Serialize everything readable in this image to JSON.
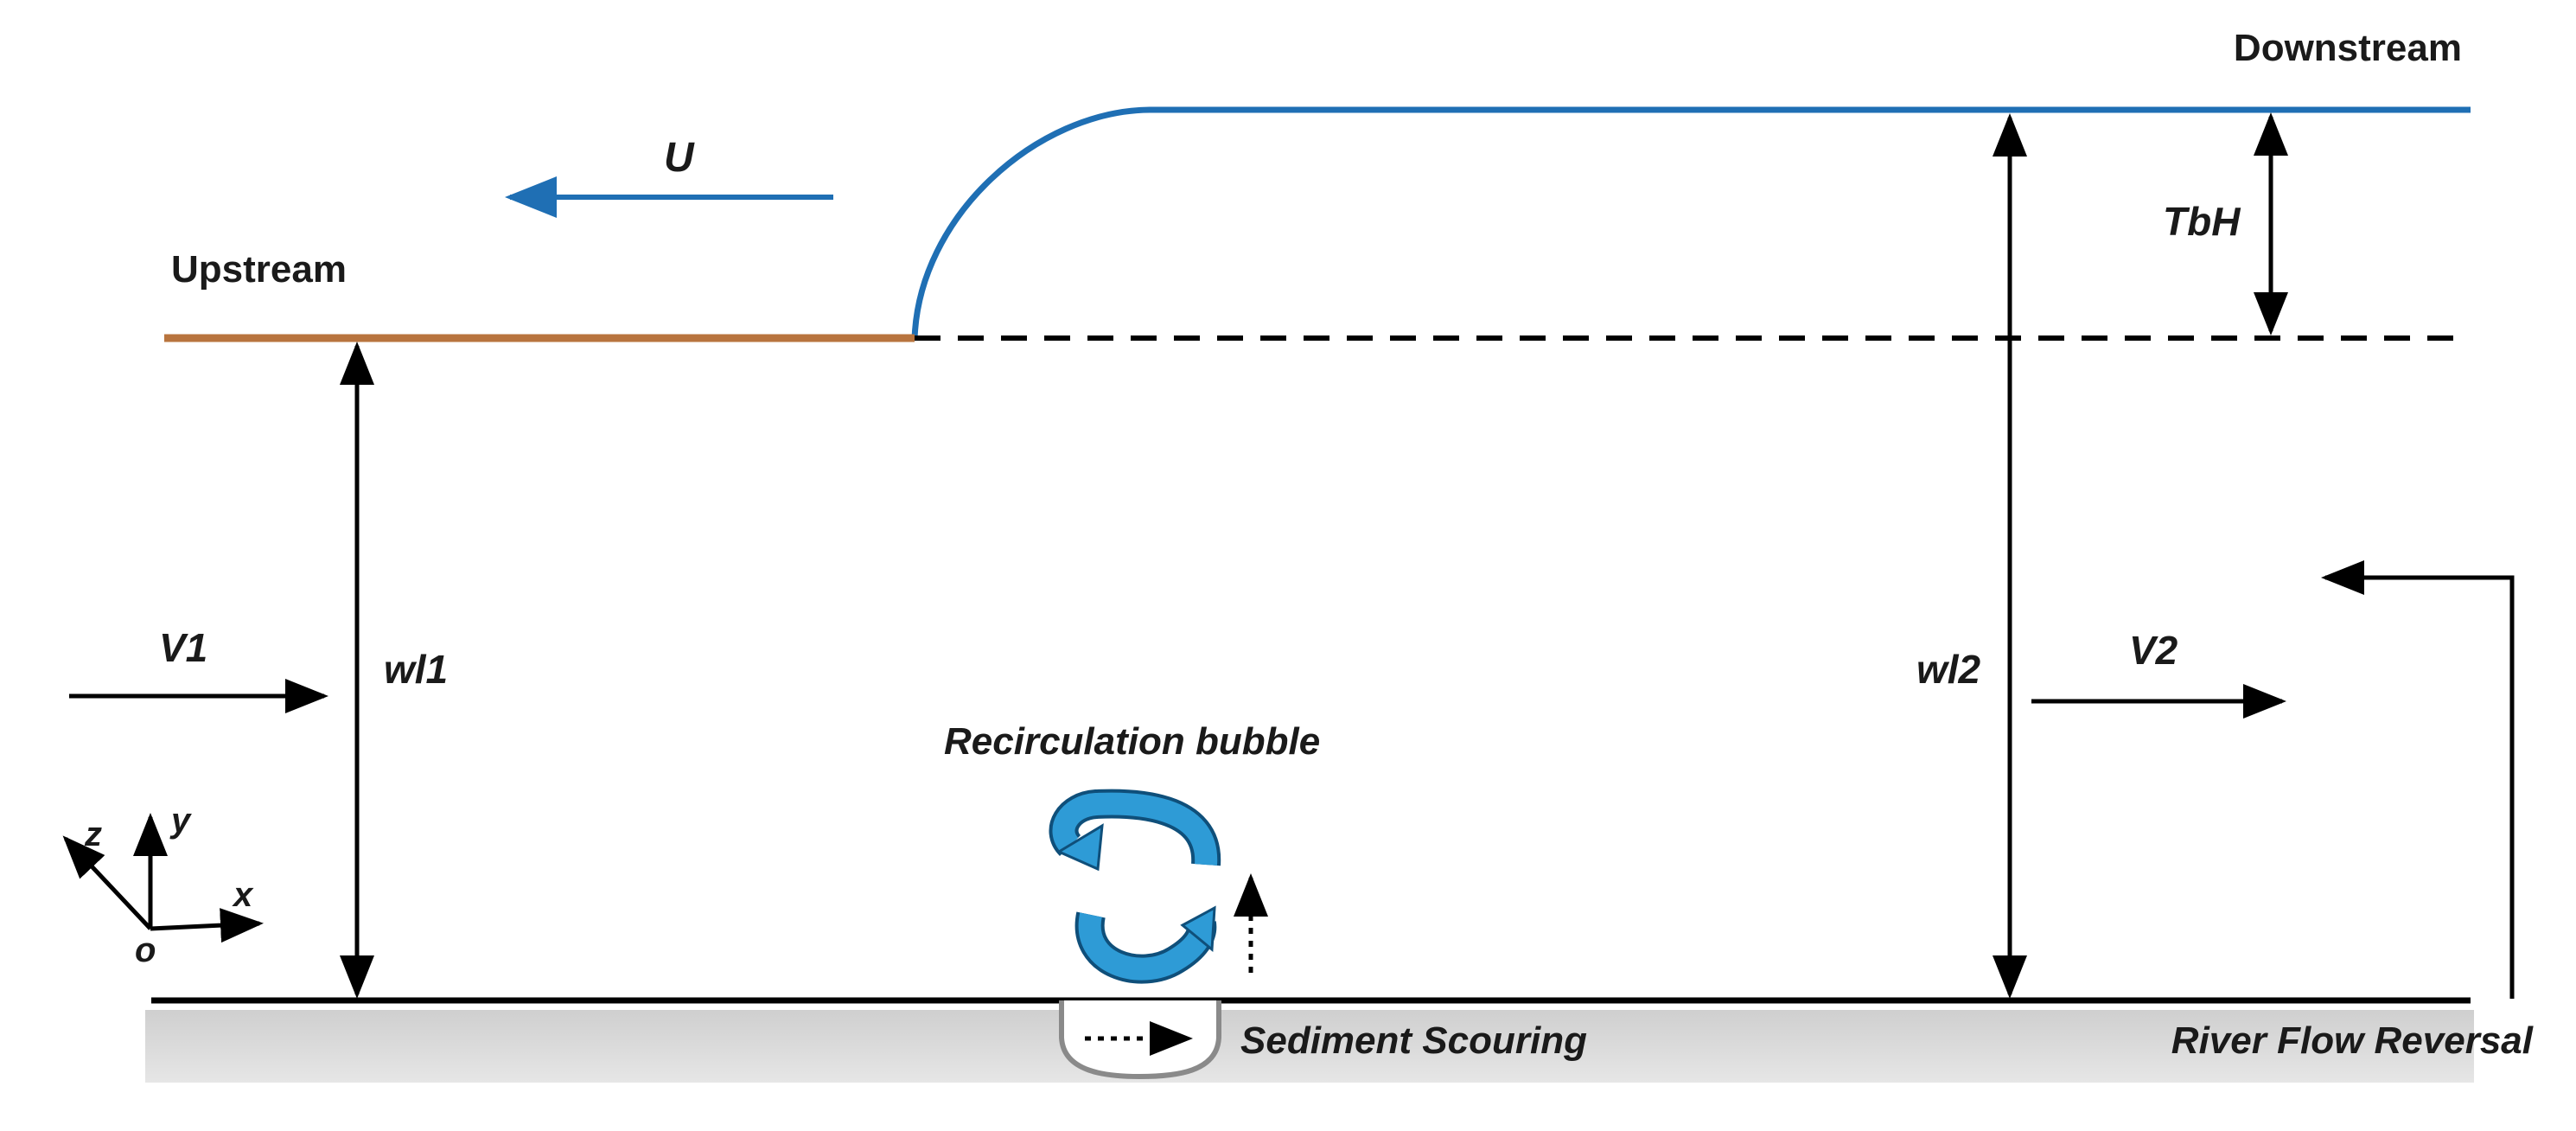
{
  "labels": {
    "downstream": "Downstream",
    "upstream": "Upstream",
    "u": "U",
    "tbh": "TbH",
    "v1": "V1",
    "wl1": "wl1",
    "wl2": "wl2",
    "v2": "V2",
    "recirculation": "Recirculation bubble",
    "sediment": "Sediment Scouring",
    "reversal": "River Flow Reversal",
    "axis_z": "z",
    "axis_y": "y",
    "axis_x": "x",
    "axis_o": "o"
  },
  "colors": {
    "water_surface": "#1f6fb4",
    "upstream_surface": "#b8743e",
    "line": "#000000",
    "bed": "#d9d9d9",
    "bubble_arrow": "#2e9bd6",
    "bubble_outline": "#0f4f7a",
    "scour_outline": "#8a8a8a"
  },
  "icons": [
    "recirculation-arrows-icon",
    "coordinate-axes-icon"
  ]
}
